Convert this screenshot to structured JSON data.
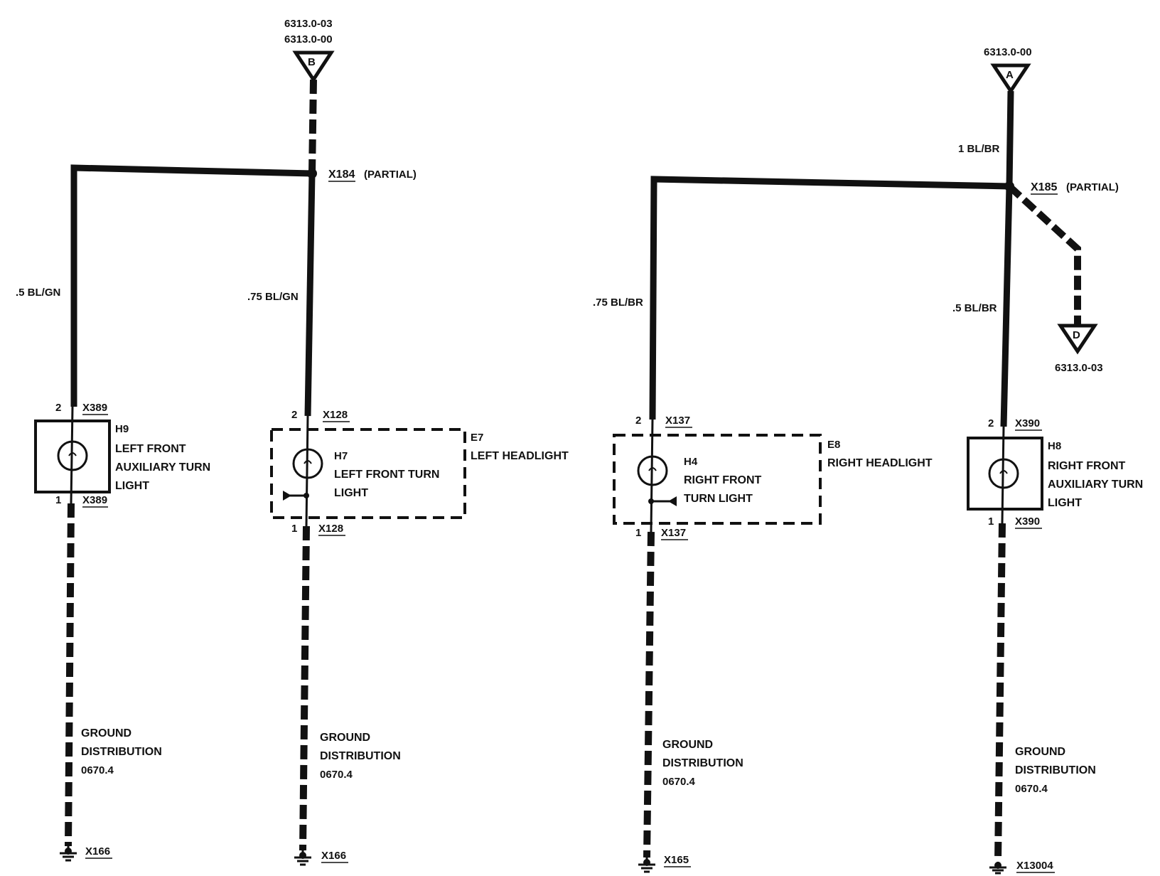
{
  "connectors": {
    "b_ref_1": "6313.0-03",
    "b_ref_2": "6313.0-00",
    "b_letter": "B",
    "a_ref": "6313.0-00",
    "a_letter": "A",
    "d_letter": "D",
    "d_ref": "6313.0-03"
  },
  "splices": {
    "x184": "X184",
    "x184_note": "(PARTIAL)",
    "x185": "X185",
    "x185_note": "(PARTIAL)"
  },
  "wires": {
    "w1": ".5 BL/GN",
    "w2": ".75 BL/GN",
    "w3": ".75 BL/BR",
    "w4": "1 BL/BR",
    "w5": ".5 BL/BR"
  },
  "pins": {
    "p2": "2",
    "p1": "1"
  },
  "components": {
    "h9": {
      "id": "H9",
      "line1": "LEFT FRONT",
      "line2": "AUXILIARY TURN",
      "line3": "LIGHT",
      "conn_top": "X389",
      "conn_bottom": "X389"
    },
    "h7": {
      "id": "H7",
      "line1": "LEFT FRONT TURN",
      "line2": "LIGHT",
      "conn_top": "X128",
      "conn_bottom": "X128"
    },
    "e7": {
      "id": "E7",
      "name": "LEFT HEADLIGHT"
    },
    "h4": {
      "id": "H4",
      "line1": "RIGHT FRONT",
      "line2": "TURN LIGHT",
      "conn_top": "X137",
      "conn_bottom": "X137"
    },
    "e8": {
      "id": "E8",
      "name": "RIGHT HEADLIGHT"
    },
    "h8": {
      "id": "H8",
      "line1": "RIGHT FRONT",
      "line2": "AUXILIARY TURN",
      "line3": "LIGHT",
      "conn_top": "X390",
      "conn_bottom": "X390"
    }
  },
  "ground": {
    "line1": "GROUND",
    "line2": "DISTRIBUTION",
    "line3": "0670.4",
    "g1": "X166",
    "g2": "X166",
    "g3": "X165",
    "g4": "X13004"
  }
}
